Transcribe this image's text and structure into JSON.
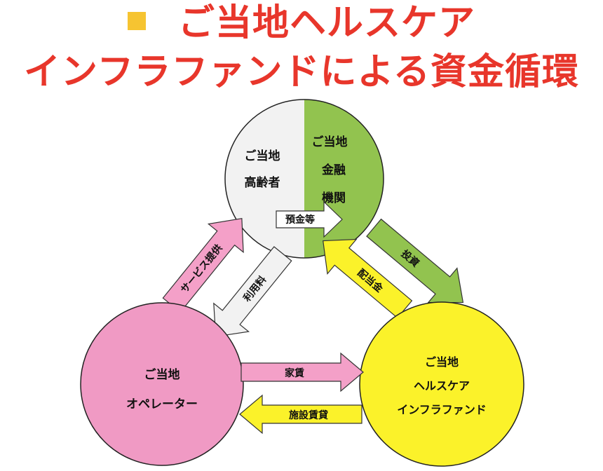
{
  "title": {
    "line1": "ご当地ヘルスケア",
    "line2": "インフラファンドによる資金循環"
  },
  "nodes": {
    "elderly": {
      "line1": "ご当地",
      "line2": "高齢者"
    },
    "bank": {
      "line1": "ご当地",
      "line2": "金融",
      "line3": "機関"
    },
    "operator": {
      "line1": "ご当地",
      "line2": "オペレーター"
    },
    "fund": {
      "line1": "ご当地",
      "line2": "ヘルスケア",
      "line3": "インフラファンド"
    }
  },
  "flows": {
    "deposits": "預金等",
    "investment": "投資",
    "dividends": "配当金",
    "service": "サービス提供",
    "usage_fee": "利用料",
    "rent": "家賃",
    "facility_lease": "施設賃貸"
  },
  "colors": {
    "title": "#e8362b",
    "bullet": "#f6c431",
    "elderly": "#f2f2f2",
    "bank": "#92c34f",
    "operator": "#f09ac4",
    "fund": "#fbf22a",
    "arrow_pink": "#f4a0c8",
    "arrow_white": "#f2f2f2",
    "arrow_green": "#92c34f",
    "arrow_yellow": "#fbf22a"
  }
}
